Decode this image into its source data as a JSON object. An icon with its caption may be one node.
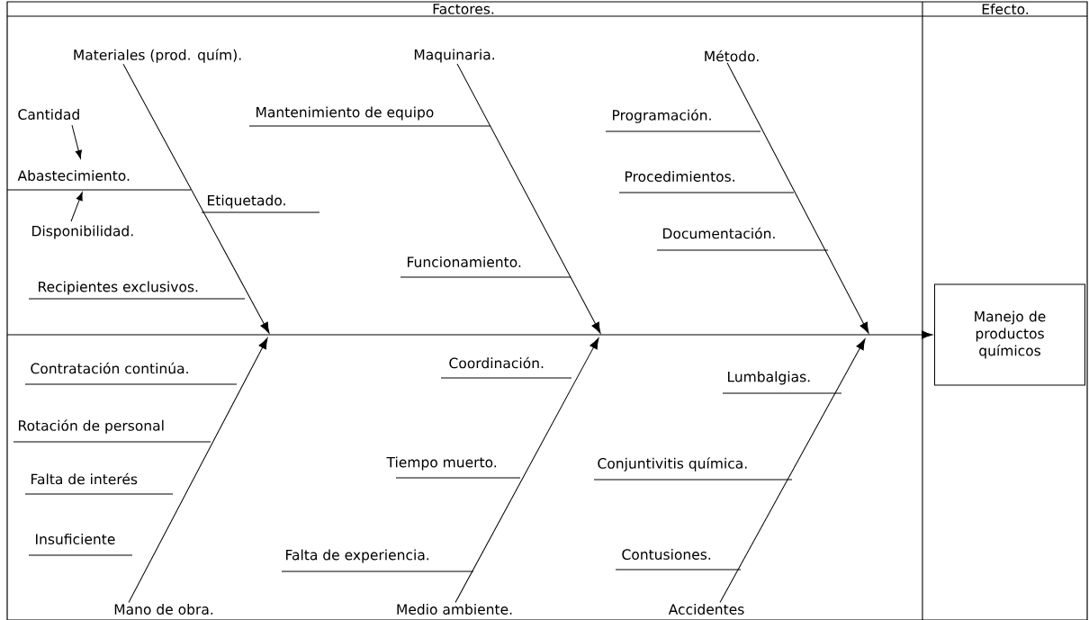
{
  "diagram": {
    "nodes": [
      {
        "text": [
          "Materiales (prod. quím)."
        ]
      },
      {
        "text": [
          "Maquinaria."
        ]
      },
      {
        "text": [
          "Método."
        ]
      },
      {
        "text": [
          "Cantidad"
        ]
      },
      {
        "text": [
          "Abastecimiento."
        ]
      },
      {
        "text": [
          "Disponibilidad."
        ]
      },
      {
        "text": [
          "Etiquetado."
        ]
      },
      {
        "text": [
          "Recipientes exclusivos."
        ]
      },
      {
        "text": [
          "Mantenimiento de equipo"
        ]
      },
      {
        "text": [
          "Funcionamiento."
        ]
      },
      {
        "text": [
          "Programación."
        ]
      },
      {
        "text": [
          "Procedimientos."
        ]
      },
      {
        "text": [
          "Documentación."
        ]
      },
      {
        "text": [
          "Manejo de productos químicos"
        ]
      },
      {
        "text": [
          "Contratación continúa."
        ]
      },
      {
        "text": [
          "Coordinación."
        ]
      },
      {
        "text": [
          "Lumbalgias."
        ]
      },
      {
        "text": [
          "Rotación de personal"
        ]
      },
      {
        "text": [
          "Falta de interés"
        ]
      },
      {
        "text": [
          "Tiempo muerto."
        ]
      },
      {
        "text": [
          "Conjuntivitis química."
        ]
      },
      {
        "text": [
          "Insuficiente"
        ]
      },
      {
        "text": [
          "Falta de experiencia."
        ]
      },
      {
        "text": [
          "Contusiones."
        ]
      },
      {
        "text": [
          "Mano de obra."
        ]
      },
      {
        "text": [
          "Medio ambiente."
        ]
      },
      {
        "text": [
          "Accidentes"
        ]
      }
    ],
    "edges": [
      {
        "from": null,
        "to": 13,
        "arrow": "to"
      },
      {
        "from": 0,
        "to": null,
        "arrow": "to"
      },
      {
        "from": 1,
        "to": null,
        "arrow": "to"
      },
      {
        "from": 2,
        "to": null,
        "arrow": "to"
      },
      {
        "from": 24,
        "to": null,
        "arrow": "to"
      },
      {
        "from": 25,
        "to": null,
        "arrow": "to"
      },
      {
        "from": 26,
        "to": null,
        "arrow": "to"
      },
      {
        "from": 3,
        "to": 4,
        "arrow": "to"
      },
      {
        "from": 5,
        "to": 4,
        "arrow": "to"
      }
    ],
    "labels": [
      "Factores.",
      "Efecto."
    ]
  }
}
